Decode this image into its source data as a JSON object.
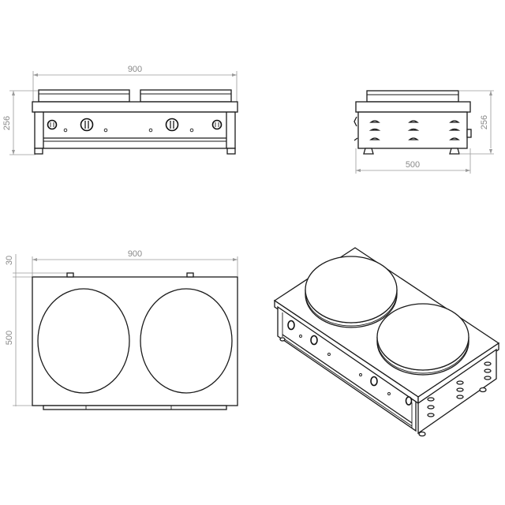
{
  "drawing": {
    "subject": "Double crepe maker technical drawing",
    "views": {
      "front": {
        "width_label": "900",
        "height_label": "256"
      },
      "side": {
        "width_label": "500",
        "height_label": "256"
      },
      "top": {
        "width_label": "900",
        "depth_label": "500",
        "offset_label": "30"
      },
      "isometric": {
        "label": ""
      }
    },
    "colors": {
      "line": "#1a1a1a",
      "dimension": "#9a9a9a",
      "background": "#ffffff"
    }
  }
}
